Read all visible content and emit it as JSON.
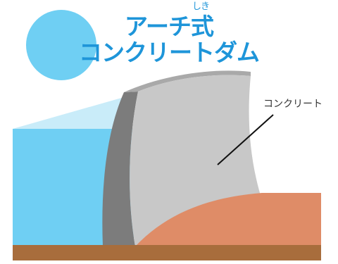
{
  "title": {
    "line1": "アーチ式",
    "line1_ruby": "しき",
    "line2": "コンクリートダム"
  },
  "callout": {
    "label": "コンクリート"
  },
  "colors": {
    "title": "#1e95d9",
    "sun": "#6fcff3",
    "water": "#6fcff3",
    "water_top": "#c9ecf9",
    "dam_face": "#c8c8c8",
    "dam_edge": "#7c7c7c",
    "dam_top": "#a9a9a9",
    "earth": "#df8c67",
    "ground": "#a86d3c"
  }
}
